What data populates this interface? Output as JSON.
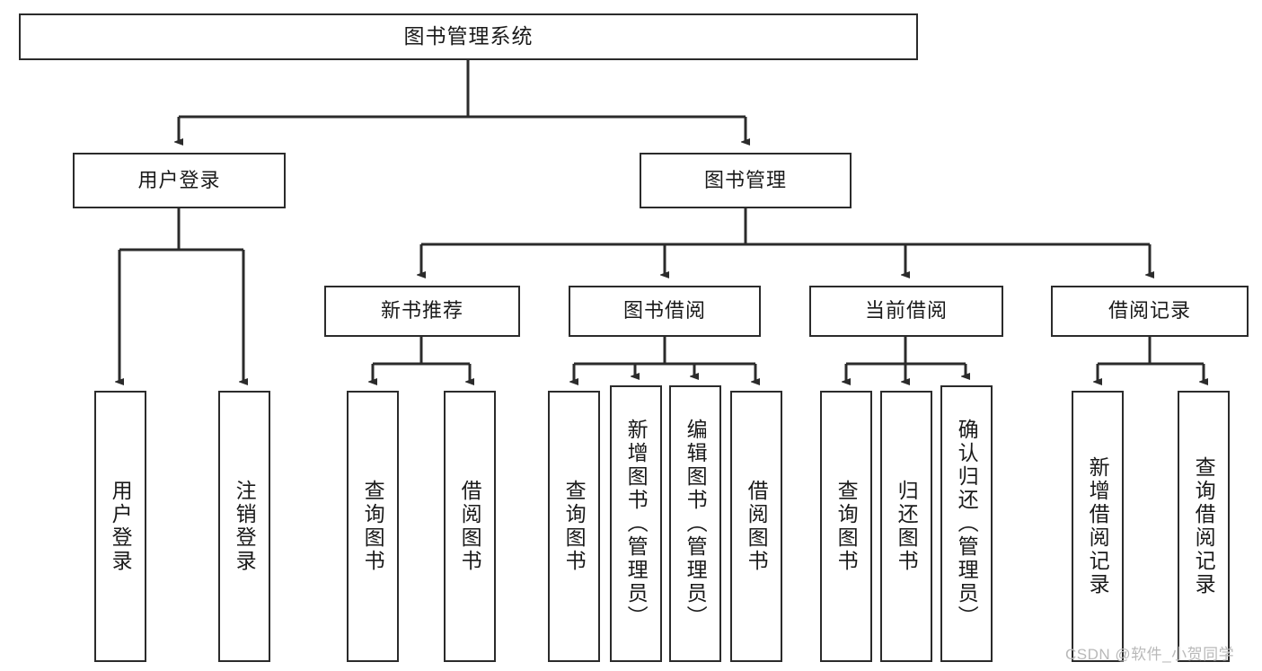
{
  "diagram": {
    "title": "图书管理系统",
    "type": "tree-hierarchy-chart",
    "orientation": "top-down",
    "colors": {
      "box_border": "#2b2b2b",
      "box_fill": "#ffffff",
      "edge": "#2b2b2b",
      "text": "#1a1a1a",
      "watermark": "#b9b9b9",
      "background": "#ffffff"
    },
    "nodes": {
      "root": {
        "label": "图书管理系统"
      },
      "level2": [
        {
          "id": "user-login",
          "label": "用户登录"
        },
        {
          "id": "book-manage",
          "label": "图书管理"
        }
      ],
      "level3": [
        {
          "id": "new-book-recommend",
          "label": "新书推荐"
        },
        {
          "id": "book-borrow",
          "label": "图书借阅"
        },
        {
          "id": "current-borrow",
          "label": "当前借阅"
        },
        {
          "id": "borrow-record",
          "label": "借阅记录"
        }
      ],
      "leaves": {
        "user-login": [
          {
            "id": "leaf-user-login",
            "label": "用户登录"
          },
          {
            "id": "leaf-user-logout",
            "label": "注销登录"
          }
        ],
        "new-book-recommend": [
          {
            "id": "leaf-query-book-1",
            "label": "查询图书"
          },
          {
            "id": "leaf-borrow-book-1",
            "label": "借阅图书"
          }
        ],
        "book-borrow": [
          {
            "id": "leaf-query-book-2",
            "label": "查询图书"
          },
          {
            "id": "leaf-add-book-admin",
            "label": "新增图书（管理员）"
          },
          {
            "id": "leaf-edit-book-admin",
            "label": "编辑图书（管理员）"
          },
          {
            "id": "leaf-borrow-book-2",
            "label": "借阅图书"
          }
        ],
        "current-borrow": [
          {
            "id": "leaf-query-book-3",
            "label": "查询图书"
          },
          {
            "id": "leaf-return-book",
            "label": "归还图书"
          },
          {
            "id": "leaf-confirm-return-admin",
            "label": "确认归还（管理员）"
          }
        ],
        "borrow-record": [
          {
            "id": "leaf-add-borrow-record",
            "label": "新增借阅记录"
          },
          {
            "id": "leaf-query-borrow-record",
            "label": "查询借阅记录"
          }
        ]
      }
    },
    "watermark": "CSDN @软件_小贺同学"
  }
}
